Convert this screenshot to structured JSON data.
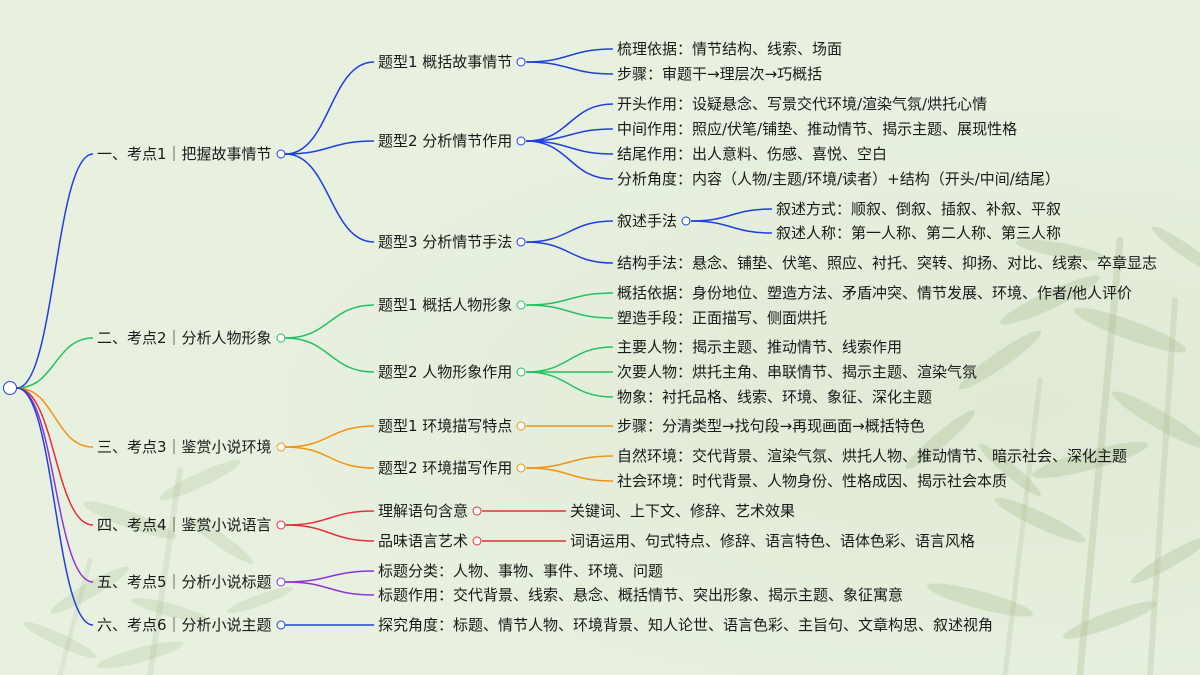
{
  "colors": {
    "blue": "#1f3fe0",
    "green": "#22c264",
    "orange": "#f5920f",
    "red": "#e5303a",
    "purple": "#8c35d6",
    "background": "#e8f1e0"
  },
  "mindmap": {
    "branches": [
      {
        "label": "一、考点1｜把握故事情节",
        "color": "blue",
        "children": [
          {
            "label": "题型1 概括故事情节",
            "children": [
              {
                "label": "梳理依据：情节结构、线索、场面"
              },
              {
                "label": "步骤：审题干→理层次→巧概括"
              }
            ]
          },
          {
            "label": "题型2 分析情节作用",
            "children": [
              {
                "label": "开头作用：设疑悬念、写景交代环境/渲染气氛/烘托心情"
              },
              {
                "label": "中间作用：照应/伏笔/铺垫、推动情节、揭示主题、展现性格"
              },
              {
                "label": "结尾作用：出人意料、伤感、喜悦、空白"
              },
              {
                "label": "分析角度：内容（人物/主题/环境/读者）+结构（开头/中间/结尾）"
              }
            ]
          },
          {
            "label": "题型3 分析情节手法",
            "children": [
              {
                "label": "叙述手法",
                "children": [
                  {
                    "label": "叙述方式：顺叙、倒叙、插叙、补叙、平叙"
                  },
                  {
                    "label": "叙述人称：第一人称、第二人称、第三人称"
                  }
                ]
              },
              {
                "label": "结构手法：悬念、铺垫、伏笔、照应、衬托、突转、抑扬、对比、线索、卒章显志"
              }
            ]
          }
        ]
      },
      {
        "label": "二、考点2｜分析人物形象",
        "color": "green",
        "children": [
          {
            "label": "题型1 概括人物形象",
            "children": [
              {
                "label": "概括依据：身份地位、塑造方法、矛盾冲突、情节发展、环境、作者/他人评价"
              },
              {
                "label": "塑造手段：正面描写、侧面烘托"
              }
            ]
          },
          {
            "label": "题型2 人物形象作用",
            "children": [
              {
                "label": "主要人物：揭示主题、推动情节、线索作用"
              },
              {
                "label": "次要人物：烘托主角、串联情节、揭示主题、渲染气氛"
              },
              {
                "label": "物象：衬托品格、线索、环境、象征、深化主题"
              }
            ]
          }
        ]
      },
      {
        "label": "三、考点3｜鉴赏小说环境",
        "color": "orange",
        "children": [
          {
            "label": "题型1 环境描写特点",
            "children": [
              {
                "label": "步骤：分清类型→找句段→再现画面→概括特色"
              }
            ]
          },
          {
            "label": "题型2 环境描写作用",
            "children": [
              {
                "label": "自然环境：交代背景、渲染气氛、烘托人物、推动情节、暗示社会、深化主题"
              },
              {
                "label": "社会环境：时代背景、人物身份、性格成因、揭示社会本质"
              }
            ]
          }
        ]
      },
      {
        "label": "四、考点4｜鉴赏小说语言",
        "color": "red",
        "children": [
          {
            "label": "理解语句含意",
            "children": [
              {
                "label": "关键词、上下文、修辞、艺术效果"
              }
            ]
          },
          {
            "label": "品味语言艺术",
            "children": [
              {
                "label": "词语运用、句式特点、修辞、语言特色、语体色彩、语言风格"
              }
            ]
          }
        ]
      },
      {
        "label": "五、考点5｜分析小说标题",
        "color": "purple",
        "children": [
          {
            "label": "标题分类：人物、事物、事件、环境、问题"
          },
          {
            "label": "标题作用：交代背景、线索、悬念、概括情节、突出形象、揭示主题、象征寓意"
          }
        ]
      },
      {
        "label": "六、考点6｜分析小说主题",
        "color": "blue",
        "children": [
          {
            "label": "探究角度：标题、情节人物、环境背景、知人论世、语言色彩、主旨句、文章构思、叙述视角"
          }
        ]
      }
    ]
  }
}
